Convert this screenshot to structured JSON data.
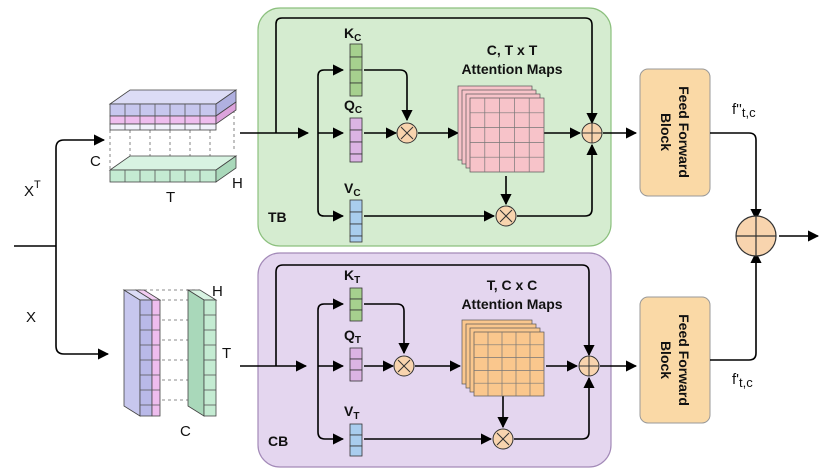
{
  "inputs": {
    "x_label": "X",
    "xt_label": "X",
    "xt_superscript": "T"
  },
  "temporal_input_cube": {
    "c_label": "C",
    "t_label": "T",
    "h_label": "H"
  },
  "channel_input_cube": {
    "h_label": "H",
    "t_label": "T",
    "c_label": "C"
  },
  "tb_block": {
    "tag": "TB",
    "key_label": "K",
    "key_sub": "C",
    "query_label": "Q",
    "query_sub": "C",
    "value_label": "V",
    "value_sub": "C",
    "maps_title_line1": "C, T x T",
    "maps_title_line2": "Attention Maps",
    "fill_color": "#d5ecd0",
    "border_color": "#8cc07e"
  },
  "cb_block": {
    "tag": "CB",
    "key_label": "K",
    "key_sub": "T",
    "query_label": "Q",
    "query_sub": "T",
    "value_label": "V",
    "value_sub": "T",
    "maps_title_line1": "T, C x C",
    "maps_title_line2": "Attention Maps",
    "fill_color": "#e4d6ef",
    "border_color": "#a38ab8"
  },
  "feed_forward": {
    "top_line1": "Feed Forward",
    "top_line2": "Block",
    "bottom_line1": "Feed Forward",
    "bottom_line2": "Block",
    "fill_color": "#fad9a6"
  },
  "outputs": {
    "top_label": "f''",
    "top_sub": "t,c",
    "bottom_label": "f'",
    "bottom_sub": "t,c"
  },
  "colors": {
    "key_vector": "#a6d08e",
    "query_vector": "#dcb4e4",
    "value_vector": "#a9cdee",
    "pink_map": "#f7c3c9",
    "orange_map": "#fac78d",
    "operator": "#f8d4ae",
    "cube_purple": "#c7c7ee",
    "cube_pink": "#eebdee",
    "cube_green": "#c4ebd2"
  },
  "icons": {
    "multiply": "circle-times-icon",
    "add": "circle-plus-icon"
  }
}
